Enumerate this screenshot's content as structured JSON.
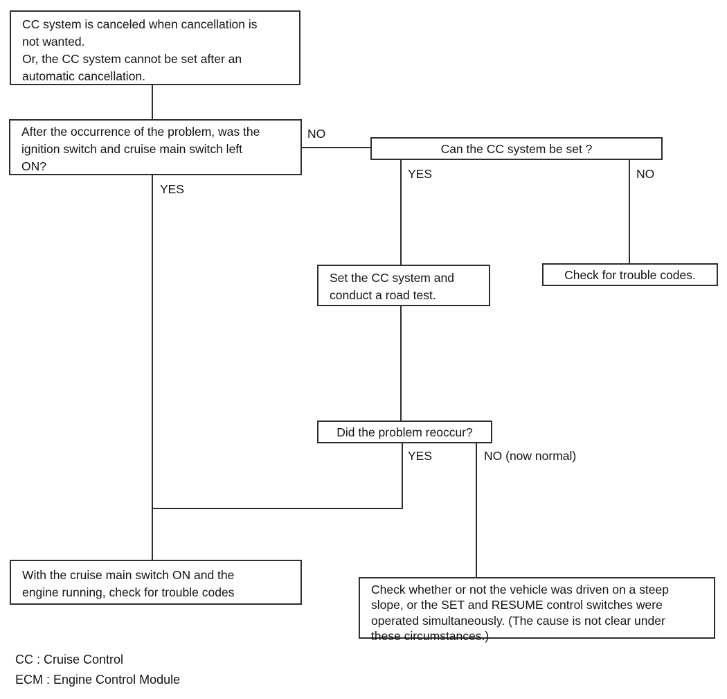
{
  "nodes": {
    "problem": {
      "text": "CC system is canceled when cancellation is\nnot wanted.\nOr, the CC system cannot be set after an\nautomatic cancellation."
    },
    "ignition_question": {
      "text": "After the occurrence of the problem, was the\nignition switch and cruise main switch left\nON?"
    },
    "can_set_question": {
      "text": "Can the CC system be set ?"
    },
    "set_road_test": {
      "text": "Set the CC system and\nconduct a road test."
    },
    "check_trouble_codes": {
      "text": "Check for trouble codes."
    },
    "problem_reoccur": {
      "text": "Did the problem reoccur?"
    },
    "check_codes_engine_running": {
      "text": "With the cruise main switch ON and the\nengine running, check for trouble codes"
    },
    "check_steep_slope": {
      "text": "Check whether or not the vehicle was driven on a steep\nslope, or the SET and RESUME control switches were\noperated simultaneously. (The cause is not clear under\nthese circumstances.)"
    }
  },
  "edge_labels": {
    "no_to_can_set": "NO",
    "yes_main": "YES",
    "yes_under_can_set": "YES",
    "no_under_can_set": "NO",
    "yes_under_reoccur": "YES",
    "no_under_reoccur": "NO (now normal)"
  },
  "legend": {
    "cc": "CC : Cruise Control",
    "ecm": "ECM : Engine Control Module"
  },
  "colors": {
    "line": "#2e2e2e",
    "text": "#141414",
    "background": "#ffffff"
  }
}
